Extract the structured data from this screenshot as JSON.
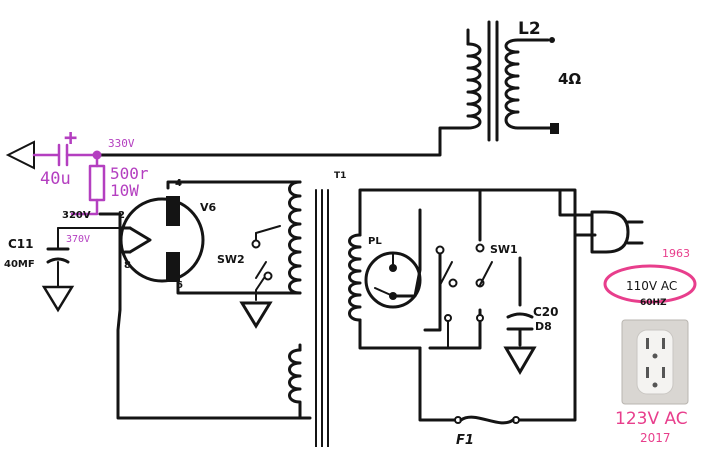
{
  "labels": {
    "l2": "L2",
    "ohms": "4Ω",
    "t1": "T1",
    "v6": "V6",
    "sw2": "SW2",
    "sw1": "SW1",
    "pl": "PL",
    "c20": "C20",
    "c20_sub": "D8",
    "c11": "C11",
    "c11_value": "40MF",
    "f1": "F1",
    "pin2": "2",
    "pin4": "4",
    "pin6": "6",
    "pin8": "8",
    "freq_orig": "60HZ"
  },
  "annotations": {
    "v330": "330V",
    "cap_value": "40u",
    "res_value": "500r",
    "res_power": "10W",
    "v320": "320V",
    "v370": "370V",
    "plus": "+",
    "year_1963": "1963",
    "ac_110": "110V AC",
    "ac_123": "123V AC",
    "year_2017": "2017"
  },
  "colors": {
    "ink": "#141414",
    "annotation_magenta": "#b43fc0",
    "annotation_pink": "#e83e8c",
    "plate_gray": "#d9d6d2"
  },
  "icons": {
    "outlet": "wall-outlet-icon",
    "plug": "ac-plug-icon"
  }
}
